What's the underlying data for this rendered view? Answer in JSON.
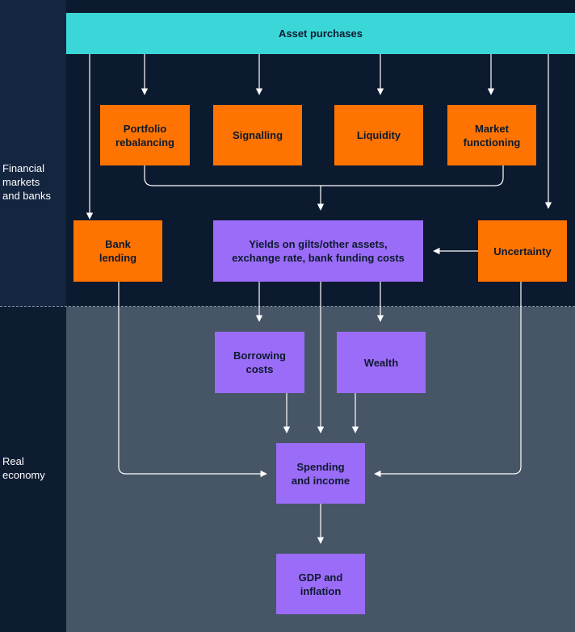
{
  "sections": {
    "financial_label": "Financial\nmarkets\nand banks",
    "real_label": "Real\neconomy"
  },
  "boxes": {
    "asset_purchases": "Asset purchases",
    "portfolio_rebalancing": "Portfolio\nrebalancing",
    "signalling": "Signalling",
    "liquidity": "Liquidity",
    "market_functioning": "Market\nfunctioning",
    "bank_lending": "Bank\nlending",
    "yields": "Yields on gilts/other assets,\nexchange rate, bank funding costs",
    "uncertainty": "Uncertainty",
    "borrowing_costs": "Borrowing\ncosts",
    "wealth": "Wealth",
    "spending_income": "Spending\nand income",
    "gdp_inflation": "GDP and\ninflation"
  },
  "colors": {
    "teal": "#3bd6d8",
    "orange": "#ff7300",
    "purple": "#9b6cf7",
    "dark_navy": "#0c1a2f",
    "slate": "#465667"
  }
}
